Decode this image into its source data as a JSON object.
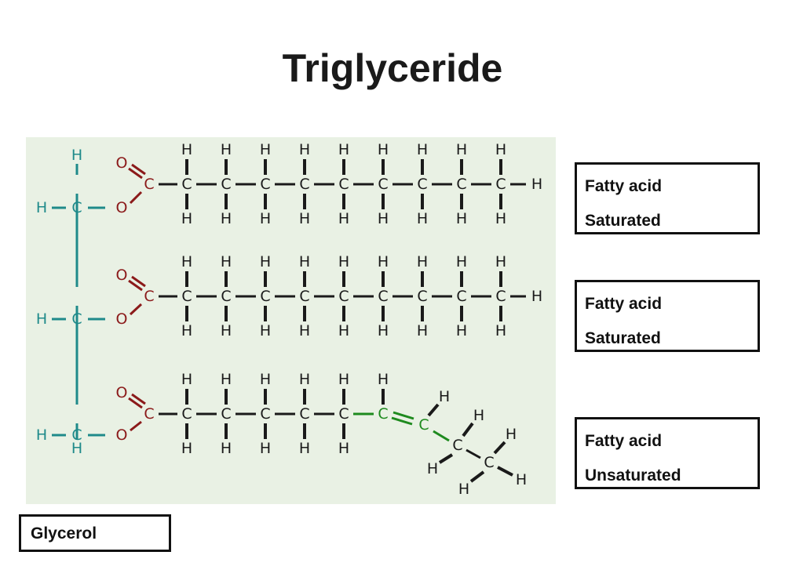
{
  "title": "Triglyceride",
  "labels": {
    "fatty_acid_1": {
      "line1": "Fatty acid",
      "line2": "Saturated"
    },
    "fatty_acid_2": {
      "line1": "Fatty acid",
      "line2": "Saturated"
    },
    "fatty_acid_3": {
      "line1": "Fatty acid",
      "line2": "Unsaturated"
    },
    "glycerol": "Glycerol"
  },
  "atoms": {
    "carbon": "C",
    "hydrogen": "H",
    "oxygen": "O"
  },
  "colors": {
    "background_panel": "#e9f1e4",
    "glycerol": "#1f8a8a",
    "ester": "#8b1a1a",
    "chain": "#1a1a1a",
    "double_bond": "#1e8a1e"
  }
}
